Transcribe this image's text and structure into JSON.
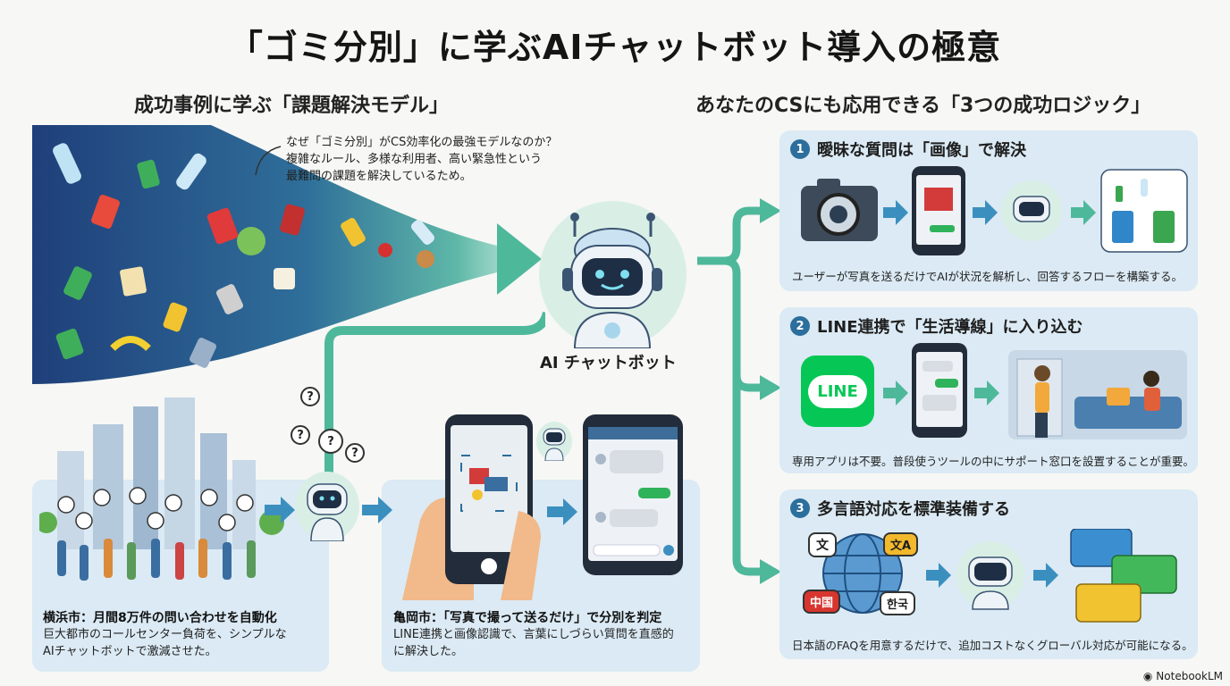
{
  "title": "「ゴミ分別」に学ぶAIチャットボット導入の極意",
  "left": {
    "heading": "成功事例に学ぶ「課題解決モデル」",
    "intro": {
      "line1": "なぜ「ゴミ分別」がCS効率化の最強モデルなのか？",
      "line2": "複雑なルール、多様な利用者、高い緊急性という",
      "line3": "最難問の課題を解決しているため。"
    },
    "chatbot_label": "AI チャットボット",
    "yokohama": {
      "title": "横浜市：月間8万件の問い合わせを自動化",
      "line1": "巨大都市のコールセンター負荷を、シンプルな",
      "line2": "AIチャットボットで激減させた。"
    },
    "kameoka": {
      "title": "亀岡市：「写真で撮って送るだけ」で分別を判定",
      "line1": "LINE連携と画像認識で、言葉にしづらい質問を直感的",
      "line2": "に解決した。"
    }
  },
  "right": {
    "heading": "あなたのCSにも応用できる「3つの成功ロジック」",
    "cards": [
      {
        "num": "1",
        "title": "曖昧な質問は「画像」で解決",
        "desc": "ユーザーが写真を送るだけでAIが状況を解析し、回答するフローを構築する。"
      },
      {
        "num": "2",
        "title": "LINE連携で「生活導線」に入り込む",
        "desc": "専用アプリは不要。普段使うツールの中にサポート窓口を設置することが重要。",
        "line_logo": "LINE"
      },
      {
        "num": "3",
        "title": "多言語対応を標準装備する",
        "desc": "日本語のFAQを用意するだけで、追加コストなくグローバル対応が可能になる。",
        "langs": [
          "文",
          "文A",
          "中国",
          "한국"
        ]
      }
    ]
  },
  "footer": "NotebookLM",
  "colors": {
    "accent": "#2c6e9c",
    "panel": "#dbeaf4",
    "teal": "#4eb89b",
    "line_green": "#06c755"
  }
}
